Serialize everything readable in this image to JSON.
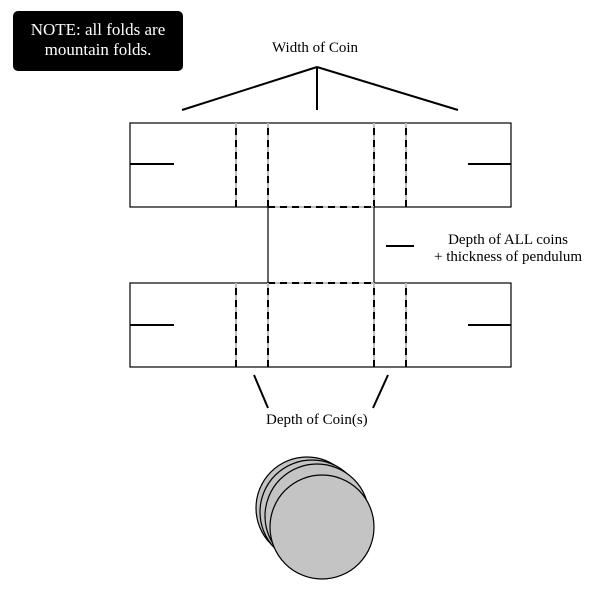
{
  "note": {
    "line1": "NOTE:  all folds are",
    "line2": "mountain folds."
  },
  "labels": {
    "width_of_coin": "Width of Coin",
    "depth_all_line1": "Depth of ALL coins",
    "depth_all_line2": "+ thickness of pendulum",
    "depth_of_coins": "Depth of Coin(s)"
  },
  "colors": {
    "outline": "#000000",
    "fold_gray": "#bdbdbd",
    "coin_fill": "#c4c4c4",
    "note_bg": "#000000",
    "note_text": "#ffffff"
  }
}
